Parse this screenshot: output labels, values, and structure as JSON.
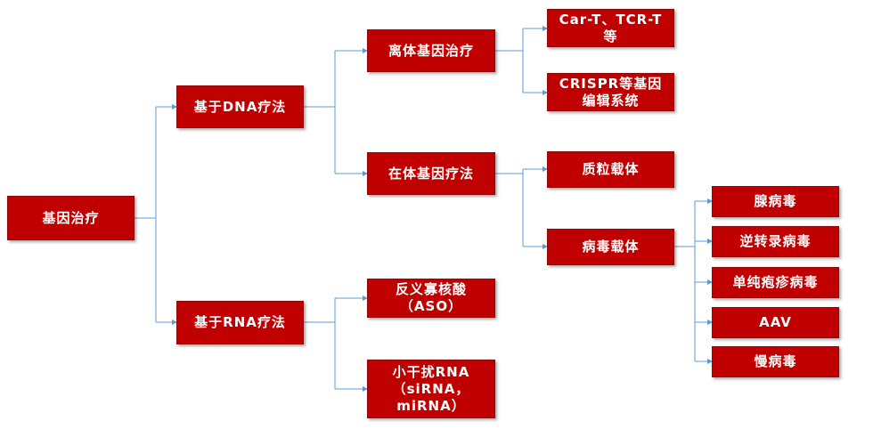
{
  "colors": {
    "box_fill": "#c00000",
    "box_border": "#8c0a0a",
    "connector": "#5b9bd5",
    "text": "#ffffff"
  },
  "nodes": {
    "root": "基因治疗",
    "dna": "基于DNA疗法",
    "rna": "基于RNA疗法",
    "ex_vivo": "离体基因治疗",
    "in_vivo": "在体基因疗法",
    "car_t": "Car-T、TCR-T\n等",
    "crispr": "CRISPR等基因\n编辑系统",
    "plasmid": "质粒载体",
    "viral": "病毒载体",
    "aso": "反义寡核酸\n（ASO）",
    "sirna": "小干扰RNA\n（siRNA，\nmiRNA）",
    "adenovirus": "腺病毒",
    "retrovirus": "逆转录病毒",
    "hsv": "单纯疱疹病毒",
    "aav": "AAV",
    "lentivirus": "慢病毒"
  }
}
